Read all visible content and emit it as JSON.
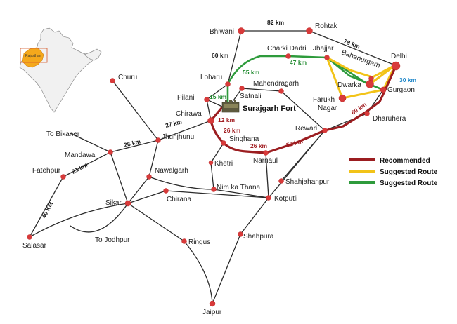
{
  "title": "",
  "colors": {
    "recommended": "#9b1d20",
    "suggested_yellow": "#f2c318",
    "suggested_green": "#2e9b3c",
    "city_marker": "#d83a3a",
    "distance_blue": "#1c86c9"
  },
  "inset": {
    "state_label": "Rajasthan"
  },
  "fort": {
    "label": "Surajgarh Fort"
  },
  "places": {
    "bhiwani": "Bhiwani",
    "rohtak": "Rohtak",
    "charki_dadri": "Charki Dadri",
    "jhajjar": "Jhajjar",
    "bahadurgarh": "Bahadurgarh",
    "delhi": "Delhi",
    "loharu": "Loharu",
    "churu": "Churu",
    "pilani": "Pilani",
    "satnali": "Satnali",
    "mahendragarh": "Mahendragarh",
    "dwarka": "Dwarka",
    "gurgaon": "Gurgaon",
    "farukh": "Farukh",
    "nagar": "Nagar",
    "dharuhera": "Dharuhera",
    "chirawa": "Chirawa",
    "rewari": "Rewari",
    "to_bikaner": "To Bikaner",
    "jhunjhunu": "Jhunjhunu",
    "singhana": "Singhana",
    "mandawa": "Mandawa",
    "narnaul": "Narnaul",
    "khetri": "Khetri",
    "fatehpur": "Fatehpur",
    "nawalgarh": "Nawalgarh",
    "shahjahanpur": "Shahjahanpur",
    "nim_ka_thana": "Nim ka Thana",
    "sikar": "Sikar",
    "chirana": "Chirana",
    "kotputli": "Kotputli",
    "salasar": "Salasar",
    "to_jodhpur": "To Jodhpur",
    "ringus": "Ringus",
    "shahpura": "Shahpura",
    "jaipur": "Jaipur"
  },
  "distances": {
    "bhiwani_rohtak": "82 km",
    "rohtak_delhi": "78 km",
    "bhiwani_loharu": "60 km",
    "loharu_jhajjar": "55 km",
    "charki_jhajjar": "47 km",
    "loharu_fort": "15 km",
    "delhi_gurgaon": "30 km",
    "fort_chirawa": "12 km",
    "chirawa_jhunjhunu": "27 km",
    "fort_singhana": "26 km",
    "singhana_narnaul": "26 km",
    "narnaul_rewari": "52 km",
    "rewari_gurgaon": "60 km",
    "jhunjhunu_mandawa": "26 km",
    "mandawa_fatehpur": "21 km",
    "fatehpur_salasar": "40 KM"
  },
  "legend": {
    "items": [
      {
        "label": "Recommended",
        "color": "#9b1d20"
      },
      {
        "label": "Suggested Route",
        "color": "#f2c318"
      },
      {
        "label": "Suggested Route",
        "color": "#2e9b3c"
      }
    ]
  }
}
